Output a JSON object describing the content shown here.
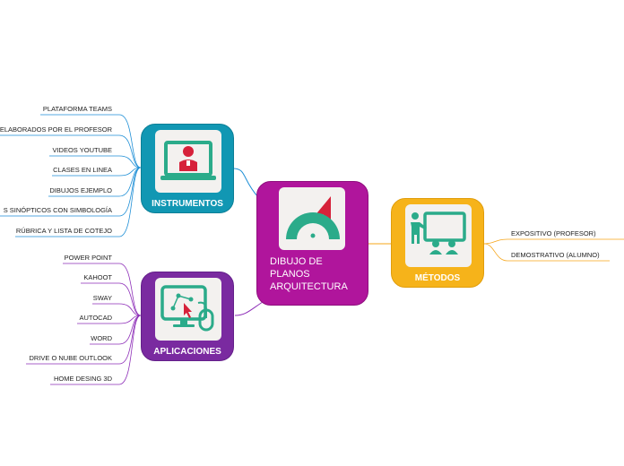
{
  "center": {
    "lines": [
      "DIBUJO DE",
      "PLANOS",
      "ARQUITECTURA"
    ],
    "color": "#b0159c",
    "icon": "set-square-protractor-icon"
  },
  "instrumentos": {
    "label": "INSTRUMENTOS",
    "color": "#1197b3",
    "icon": "teacher-laptop-icon",
    "items": [
      "PLATAFORMA TEAMS",
      "ELABORADOS POR EL PROFESOR",
      "VIDEOS YOUTUBE",
      "CLASES EN LINEA",
      "DIBUJOS EJEMPLO",
      "S SINÓPTICOS CON SIMBOLOGÍA",
      "RÚBRICA Y LISTA DE COTEJO"
    ]
  },
  "aplicaciones": {
    "label": "APLICACIONES",
    "color": "#7a2aa0",
    "icon": "computer-mouse-icon",
    "items": [
      "POWER POINT",
      "KAHOOT",
      "SWAY",
      "AUTOCAD",
      "WORD",
      "DRIVE O NUBE OUTLOOK",
      "HOME DESING 3D"
    ]
  },
  "metodos": {
    "label": "MÉTODOS",
    "color": "#f6b31a",
    "icon": "teacher-board-students-icon",
    "items": [
      "EXPOSITIVO (PROFESOR)",
      "DEMOSTRATIVO (ALUMNO)"
    ]
  },
  "colors": {
    "instrumentos_line": "#1f8fd6",
    "aplicaciones_line": "#8e2fb8",
    "metodos_line": "#f6a51a",
    "icon_teal": "#2bab8a",
    "icon_red": "#d6213a"
  }
}
